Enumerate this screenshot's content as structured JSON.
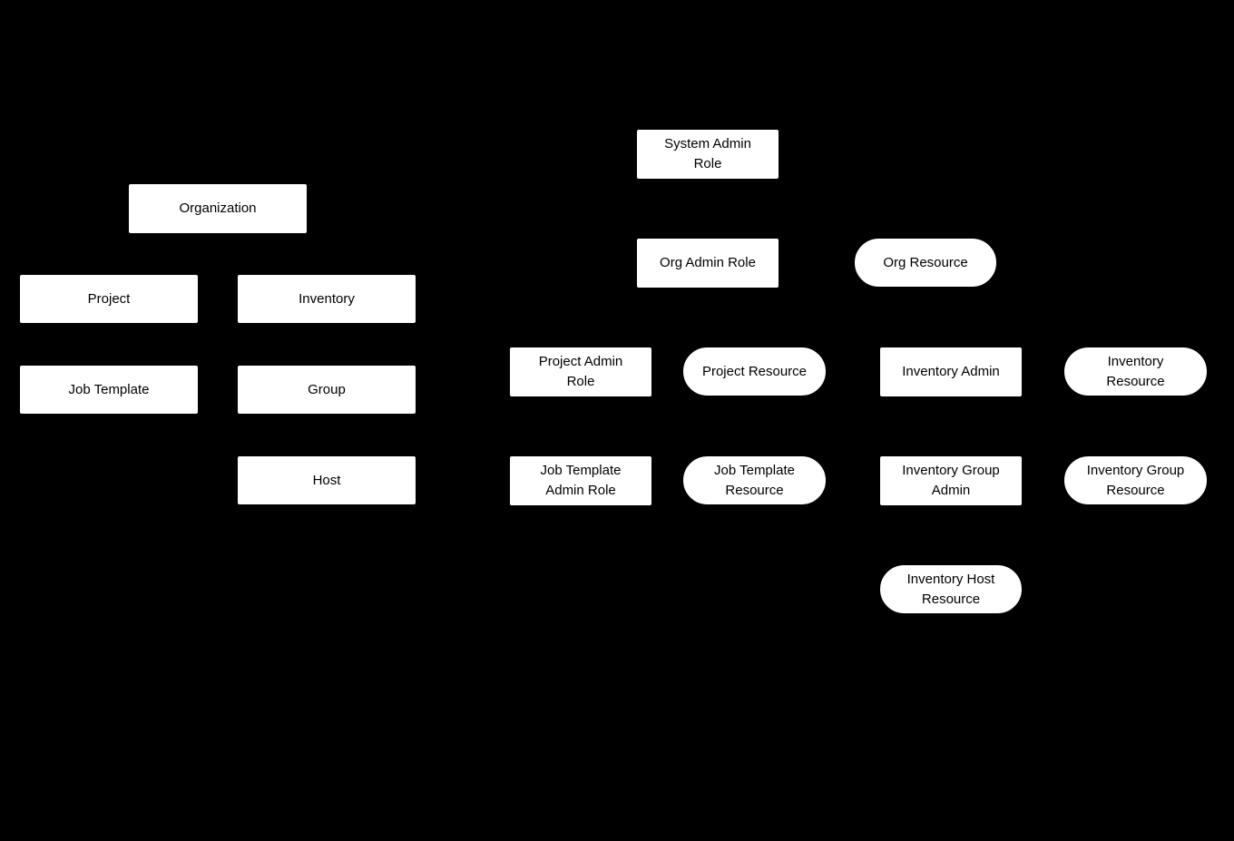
{
  "diagram": {
    "colors": {
      "background": "#000000",
      "node_fill": "#ffffff",
      "node_text": "#000000"
    },
    "nodes": [
      {
        "label": "Organization",
        "shape": "rect"
      },
      {
        "label": "Project",
        "shape": "rect"
      },
      {
        "label": "Inventory",
        "shape": "rect"
      },
      {
        "label": "Job Template",
        "shape": "rect"
      },
      {
        "label": "Group",
        "shape": "rect"
      },
      {
        "label": "Host",
        "shape": "rect"
      },
      {
        "label": "System Admin\nRole",
        "shape": "rect"
      },
      {
        "label": "Org Admin Role",
        "shape": "rect"
      },
      {
        "label": "Org Resource",
        "shape": "pill"
      },
      {
        "label": "Project Admin\nRole",
        "shape": "rect"
      },
      {
        "label": "Project Resource",
        "shape": "pill"
      },
      {
        "label": "Inventory Admin",
        "shape": "rect"
      },
      {
        "label": "Inventory\nResource",
        "shape": "pill"
      },
      {
        "label": "Job Template\nAdmin Role",
        "shape": "rect"
      },
      {
        "label": "Job Template\nResource",
        "shape": "pill"
      },
      {
        "label": "Inventory Group\nAdmin",
        "shape": "rect"
      },
      {
        "label": "Inventory Group\nResource",
        "shape": "pill"
      },
      {
        "label": "Inventory Host\nResource",
        "shape": "pill"
      }
    ]
  }
}
